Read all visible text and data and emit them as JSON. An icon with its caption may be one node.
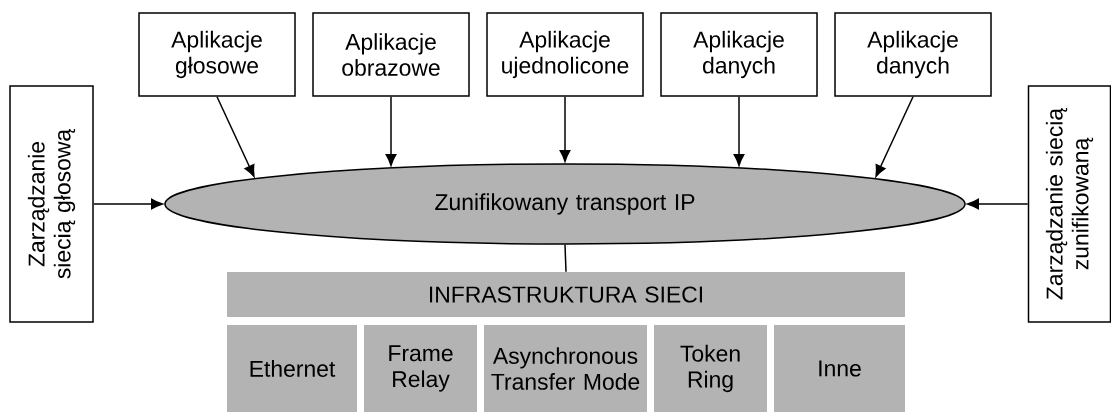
{
  "diagram": {
    "nodes": [
      {
        "text": [
          "Aplikacje głosowe"
        ]
      },
      {
        "text": [
          "Aplikacje obrazowe"
        ]
      },
      {
        "text": [
          "Aplikacje ujednolicone"
        ]
      },
      {
        "text": [
          "Aplikacje danych"
        ]
      },
      {
        "text": [
          "Aplikacje danych"
        ]
      },
      {
        "text": [
          "Zarządzanie siecią głosową"
        ]
      },
      {
        "text": [
          "Zunifikowany transport IP"
        ]
      },
      {
        "text": [
          "Zarządzanie siecią zunifikowaną"
        ]
      },
      {
        "text": [
          "INFRASTRUKTURA SIECI"
        ]
      },
      {
        "text": [
          "Ethernet"
        ]
      },
      {
        "text": [
          "Frame Relay"
        ]
      },
      {
        "text": [
          "Asynchronous Transfer Mode"
        ]
      },
      {
        "text": [
          "Token Ring"
        ]
      },
      {
        "text": [
          "Inne"
        ]
      }
    ],
    "edges": [
      {
        "from": 0,
        "to": 6,
        "arrow": "to"
      },
      {
        "from": 1,
        "to": 6,
        "arrow": "to"
      },
      {
        "from": 2,
        "to": 6,
        "arrow": "to"
      },
      {
        "from": 3,
        "to": 6,
        "arrow": "to"
      },
      {
        "from": 4,
        "to": 6,
        "arrow": "to"
      },
      {
        "from": 5,
        "to": 6,
        "arrow": "to"
      },
      {
        "from": 7,
        "to": 6,
        "arrow": "to"
      },
      {
        "from": 6,
        "to": 8,
        "arrow": "none"
      }
    ]
  }
}
